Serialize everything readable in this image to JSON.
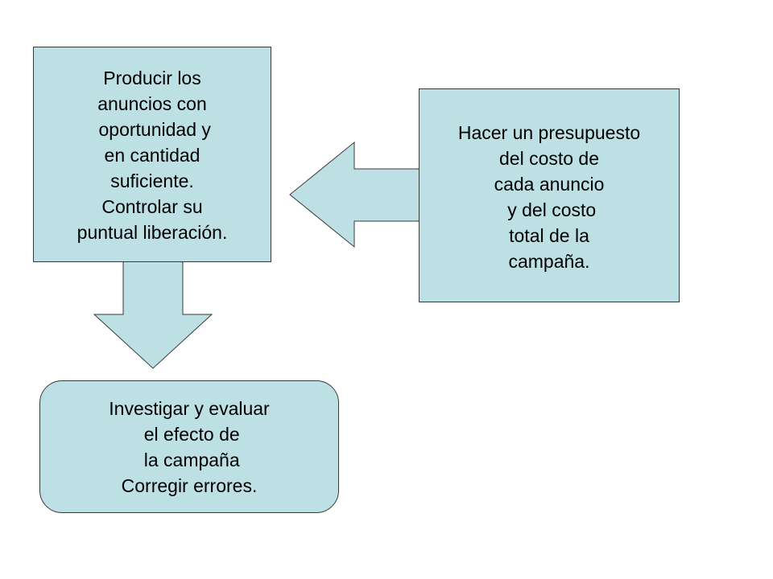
{
  "boxes": {
    "produce": {
      "lines": [
        "Producir los",
        "anuncios con",
        " oportunidad y",
        "en cantidad",
        "suficiente.",
        "Controlar su",
        "puntual liberación."
      ]
    },
    "budget": {
      "lines": [
        "Hacer un presupuesto",
        "del costo de",
        "cada anuncio",
        " y del costo",
        "total de la",
        "campaña."
      ]
    },
    "investigate": {
      "lines": [
        "Investigar y evaluar",
        " el efecto de",
        " la campaña",
        "Corregir errores."
      ]
    }
  },
  "colors": {
    "fill": "#bde0e4",
    "stroke": "#3a3a3a"
  },
  "arrows": [
    "down-arrow",
    "left-arrow"
  ]
}
